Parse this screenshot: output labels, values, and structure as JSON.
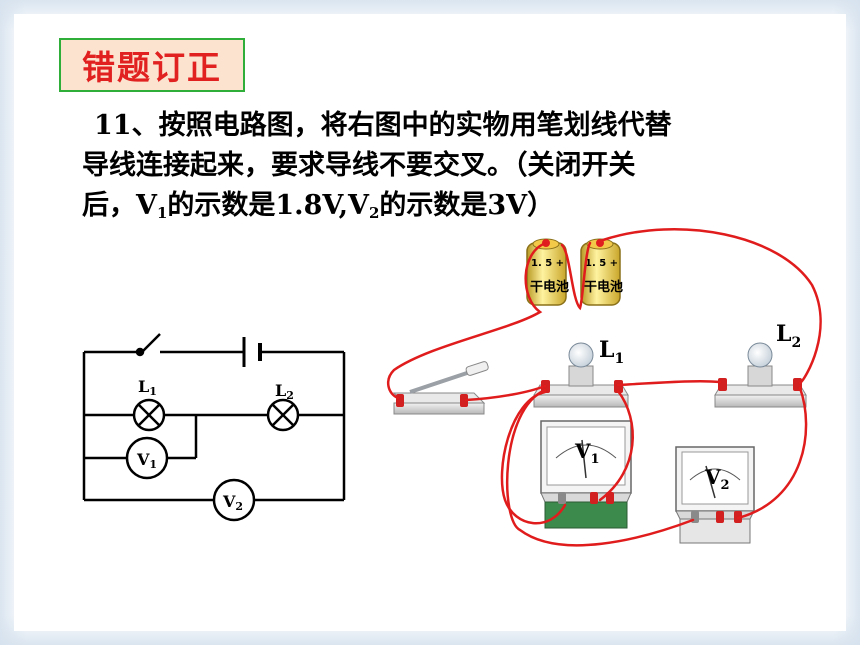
{
  "slide": {
    "title": "错题订正",
    "question": {
      "line1": "11、按照电路图，将右图中的实物用笔划线代替",
      "line2": "导线连接起来，要求导线不要交叉。（关闭开关",
      "line3_a": "后，V",
      "line3_sub1": "1",
      "line3_b": "的示数是1.8V,V",
      "line3_sub2": "2",
      "line3_c": "的示数是3V）"
    }
  },
  "schematic": {
    "lamp1_label": "L",
    "lamp1_sub": "1",
    "lamp2_label": "L",
    "lamp2_sub": "2",
    "meter1_label": "V",
    "meter1_sub": "1",
    "meter2_label": "V",
    "meter2_sub": "2"
  },
  "physical": {
    "battery_text_top": "1. 5 +",
    "battery_text_body": "干电池",
    "lamp1_label": "L",
    "lamp1_sub": "1",
    "lamp2_label": "L",
    "lamp2_sub": "2",
    "voltmeter1_label": "V",
    "voltmeter1_sub": "1",
    "voltmeter2_label": "V",
    "voltmeter2_sub": "2",
    "wire_color": "#e01c1c"
  }
}
